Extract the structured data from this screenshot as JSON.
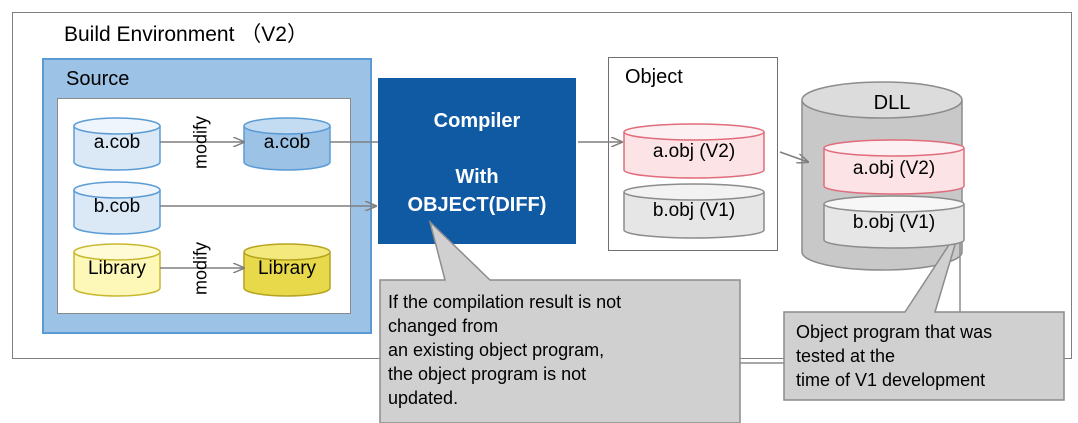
{
  "environment": {
    "title": "Build Environment （V2）"
  },
  "source": {
    "title": "Source",
    "files": [
      "a.cob",
      "b.cob",
      "Library"
    ],
    "modified": [
      "a.cob",
      "Library"
    ],
    "modify_label": "modify"
  },
  "compiler": {
    "title": "Compiler",
    "option_line1": "With",
    "option_line2": "OBJECT(DIFF)"
  },
  "object": {
    "title": "Object",
    "items": [
      "a.obj (V2)",
      "b.obj (V1)"
    ]
  },
  "dll": {
    "title": "DLL",
    "items": [
      "a.obj (V2)",
      "b.obj (V1)"
    ]
  },
  "callouts": {
    "compile_note": [
      "If the compilation result is not",
      "changed from",
      "an existing object program,",
      "the object program is not",
      "updated."
    ],
    "v1_note": [
      "Object program that was",
      "tested at the",
      "time of V1 development"
    ]
  },
  "colors": {
    "source_panel": "#9cc2e5",
    "compiler": "#0f5aa3",
    "cylinder_blue_light": "#dbe9f7",
    "cylinder_blue": "#9cc2e5",
    "cylinder_yellow_light": "#fdf7b8",
    "cylinder_yellow": "#e8d94a",
    "cylinder_pink": "#fbe3e6",
    "cylinder_gray": "#e6e6e6",
    "dll": "#c8c8c8",
    "callout": "#d0d0d0"
  }
}
